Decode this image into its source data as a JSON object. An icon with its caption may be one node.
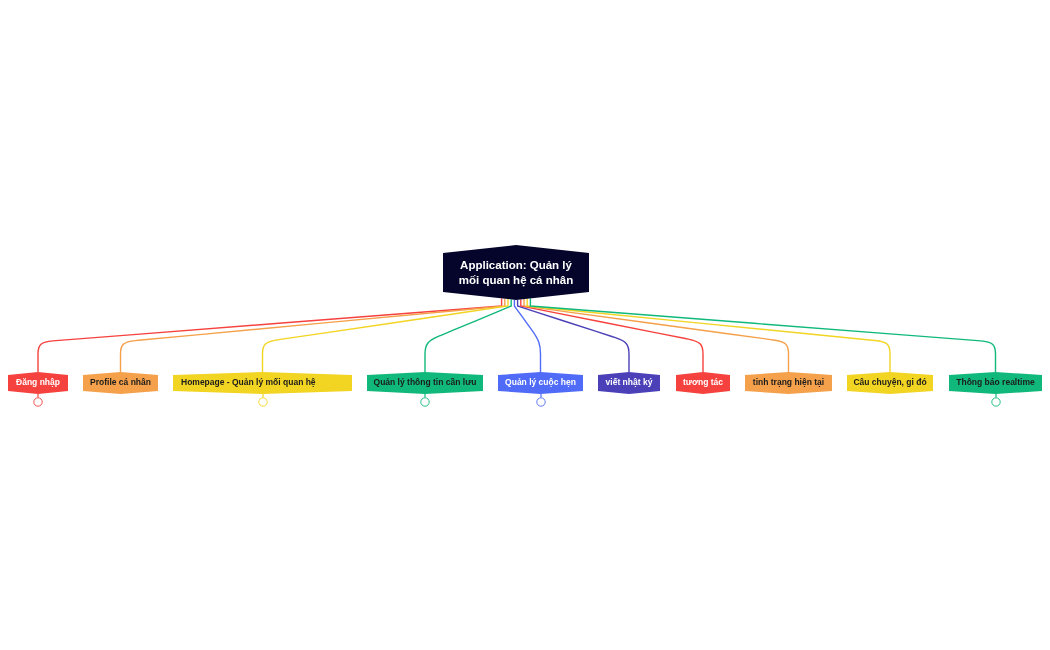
{
  "diagram": {
    "nodes": [
      {
        "text": [
          "Application: Quản lý mối quan hệ cá nhân"
        ]
      },
      {
        "text": [
          "Đăng nhập"
        ]
      },
      {
        "text": [
          "Profile cá nhân"
        ]
      },
      {
        "text": [
          "Homepage - Quản lý mối quan hệ"
        ]
      },
      {
        "text": [
          "Quản lý thông tin cần lưu"
        ]
      },
      {
        "text": [
          "Quản lý cuộc hẹn"
        ]
      },
      {
        "text": [
          "viết nhật ký"
        ]
      },
      {
        "text": [
          "tương tác"
        ]
      },
      {
        "text": [
          "tinh trạng hiện tại"
        ]
      },
      {
        "text": [
          "Câu chuyện, gi đó"
        ]
      },
      {
        "text": [
          "Thông báo realtime"
        ]
      }
    ],
    "edges": [
      {
        "from": 0,
        "to": 1,
        "arrow": "none",
        "color": "#f5423e"
      },
      {
        "from": 0,
        "to": 2,
        "arrow": "none",
        "color": "#f5a04a"
      },
      {
        "from": 0,
        "to": 3,
        "arrow": "none",
        "color": "#f2d422"
      },
      {
        "from": 0,
        "to": 4,
        "arrow": "none",
        "color": "#10b97b"
      },
      {
        "from": 0,
        "to": 5,
        "arrow": "none",
        "color": "#4f6bf7"
      },
      {
        "from": 0,
        "to": 6,
        "arrow": "none",
        "color": "#4b40b8"
      },
      {
        "from": 0,
        "to": 7,
        "arrow": "none",
        "color": "#f5423e"
      },
      {
        "from": 0,
        "to": 8,
        "arrow": "none",
        "color": "#f5a04a"
      },
      {
        "from": 0,
        "to": 9,
        "arrow": "none",
        "color": "#f2d422"
      },
      {
        "from": 0,
        "to": 10,
        "arrow": "none",
        "color": "#10b97b"
      }
    ]
  }
}
